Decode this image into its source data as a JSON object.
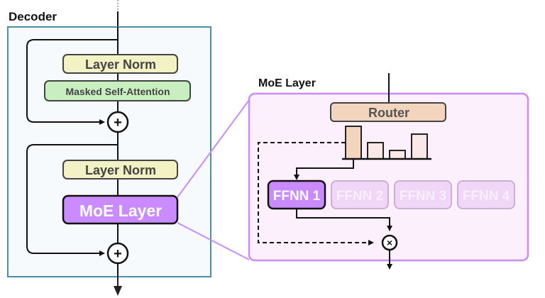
{
  "decoder": {
    "title": "Decoder",
    "blocks": {
      "layer_norm_1": "Layer Norm",
      "attention": "Masked Self-Attention",
      "layer_norm_2": "Layer Norm",
      "moe": "MoE Layer"
    },
    "add_symbol": "+"
  },
  "moe_panel": {
    "title": "MoE Layer",
    "router": "Router",
    "router_weights": [
      1.0,
      0.5,
      0.26,
      0.76
    ],
    "selected_expert_index": 0,
    "experts": [
      "FFNN 1",
      "FFNN 2",
      "FFNN 3",
      "FFNN 4"
    ],
    "multiply_symbol": "×"
  },
  "colors": {
    "decoder_border": "#4a90a8",
    "decoder_fill": "#f7fafd",
    "layer_norm": "#f3f2c4",
    "attention": "#c8efc0",
    "moe_accent": "#c98bff",
    "moe_panel_fill": "#fdf0fd",
    "moe_panel_border": "#c98bff",
    "router": "#f3d4bd",
    "expert_inactive": "#f0d6f7",
    "bar_selected": "#f3d4bd",
    "bar_other": "#f9e8e5"
  }
}
